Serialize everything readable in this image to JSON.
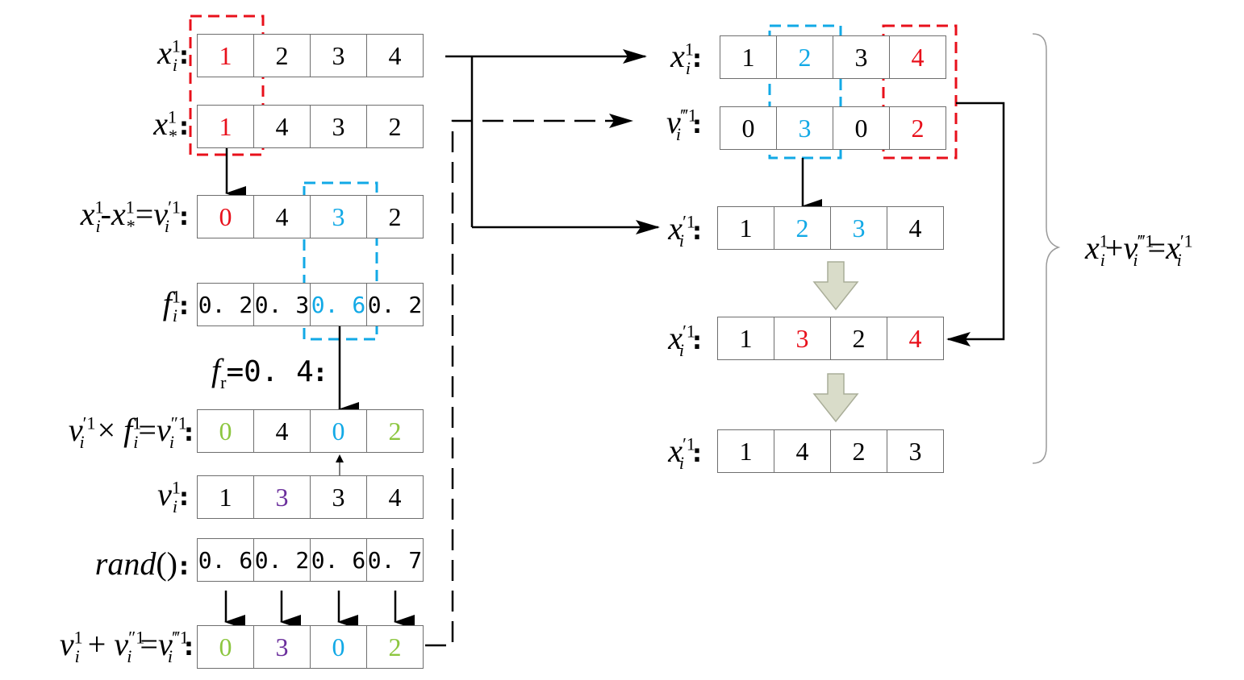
{
  "colors": {
    "black": "#000000",
    "red": "#e8101b",
    "blue": "#12a9e6",
    "green": "#8cc63f",
    "purple": "#6b2f9c",
    "dash_red": "#e8101b",
    "dash_blue": "#12a9e6",
    "block_arrow_fill": "#d9dcc9",
    "block_arrow_stroke": "#a9ad98"
  },
  "labels": {
    "xi": {
      "v": "x",
      "sup": "1",
      "sub": "i"
    },
    "xstar": {
      "v": "x",
      "sup": "1",
      "sub": "*"
    },
    "diff": {
      "a": "x",
      "a_sup": "1",
      "a_sub": "i",
      "minus": "-",
      "b": "x",
      "b_sup": "1",
      "b_sub": "*",
      "eq": "=",
      "c": "v",
      "c_prime": "′",
      "c_sup": "1",
      "c_sub": "i"
    },
    "fi": {
      "v": "f",
      "sup": "1",
      "sub": "i"
    },
    "fr": {
      "v": "f",
      "sub": "r",
      "eq": "=0. 4"
    },
    "prod": {
      "a": "v",
      "a_prime": "′",
      "a_sup": "1",
      "a_sub": "i",
      "times": " × ",
      "b": "f",
      "b_sup": "1",
      "b_sub": "i",
      "eq": "=",
      "c": "v",
      "c_prime": "″",
      "c_sup": "1",
      "c_sub": "i"
    },
    "vi": {
      "v": "v",
      "sup": "1",
      "sub": "i"
    },
    "rand": {
      "v": "rand",
      "paren": "()"
    },
    "sum": {
      "a": "v",
      "a_sup": "1",
      "a_sub": "i",
      "plus": " + ",
      "b": "v",
      "b_prime": "″",
      "b_sup": "1",
      "b_sub": "i",
      "eq": "=",
      "c": "v",
      "c_prime": "‴",
      "c_sup": "1",
      "c_sub": "i"
    },
    "r_xi": {
      "v": "x",
      "sup": "1",
      "sub": "i"
    },
    "r_v3": {
      "v": "v",
      "prime": "‴",
      "sup": "1",
      "sub": "i"
    },
    "r_xp1": {
      "v": "x",
      "prime": "′",
      "sup": "1",
      "sub": "i"
    },
    "r_xp2": {
      "v": "x",
      "prime": "′",
      "sup": "1",
      "sub": "i"
    },
    "r_xp3": {
      "v": "x",
      "prime": "′",
      "sup": "1",
      "sub": "i"
    },
    "formula": {
      "a": "x",
      "a_sup": "1",
      "a_sub": "i",
      "plus": "+",
      "b": "v",
      "b_prime": "‴",
      "b_sup": "1",
      "b_sub": "i",
      "eq": "=",
      "c": "x",
      "c_prime": "′",
      "c_sup": "1",
      "c_sub": "i"
    }
  },
  "rows": {
    "xi": {
      "cells": [
        {
          "t": "1",
          "c": "red"
        },
        {
          "t": "2"
        },
        {
          "t": "3"
        },
        {
          "t": "4"
        }
      ]
    },
    "xstar": {
      "cells": [
        {
          "t": "1",
          "c": "red"
        },
        {
          "t": "4"
        },
        {
          "t": "3"
        },
        {
          "t": "2"
        }
      ]
    },
    "diff": {
      "cells": [
        {
          "t": "0",
          "c": "red"
        },
        {
          "t": "4"
        },
        {
          "t": "3",
          "c": "blue"
        },
        {
          "t": "2"
        }
      ]
    },
    "fi": {
      "mono": true,
      "cells": [
        {
          "t": "0. 2"
        },
        {
          "t": "0. 3"
        },
        {
          "t": "0. 6",
          "c": "blue"
        },
        {
          "t": "0. 2"
        }
      ]
    },
    "prod": {
      "cells": [
        {
          "t": "0",
          "c": "green"
        },
        {
          "t": "4"
        },
        {
          "t": "0",
          "c": "blue"
        },
        {
          "t": "2",
          "c": "green"
        }
      ]
    },
    "vi": {
      "cells": [
        {
          "t": "1"
        },
        {
          "t": "3",
          "c": "purple"
        },
        {
          "t": "3"
        },
        {
          "t": "4"
        }
      ]
    },
    "rand": {
      "mono": true,
      "cells": [
        {
          "t": "0. 6"
        },
        {
          "t": "0. 2"
        },
        {
          "t": "0. 6"
        },
        {
          "t": "0. 7"
        }
      ]
    },
    "sum": {
      "cells": [
        {
          "t": "0",
          "c": "green"
        },
        {
          "t": "3",
          "c": "purple"
        },
        {
          "t": "0",
          "c": "blue"
        },
        {
          "t": "2",
          "c": "green"
        }
      ]
    },
    "r_xi": {
      "cells": [
        {
          "t": "1"
        },
        {
          "t": "2",
          "c": "blue"
        },
        {
          "t": "3"
        },
        {
          "t": "4",
          "c": "red"
        }
      ]
    },
    "r_v3": {
      "cells": [
        {
          "t": "0"
        },
        {
          "t": "3",
          "c": "blue"
        },
        {
          "t": "0"
        },
        {
          "t": "2",
          "c": "red"
        }
      ]
    },
    "r_xp1": {
      "cells": [
        {
          "t": "1"
        },
        {
          "t": "2",
          "c": "blue"
        },
        {
          "t": "3",
          "c": "blue"
        },
        {
          "t": "4"
        }
      ]
    },
    "r_xp2": {
      "cells": [
        {
          "t": "1"
        },
        {
          "t": "3",
          "c": "red"
        },
        {
          "t": "2"
        },
        {
          "t": "4",
          "c": "red"
        }
      ]
    },
    "r_xp3": {
      "cells": [
        {
          "t": "1"
        },
        {
          "t": "4"
        },
        {
          "t": "2"
        },
        {
          "t": "3"
        }
      ]
    }
  }
}
